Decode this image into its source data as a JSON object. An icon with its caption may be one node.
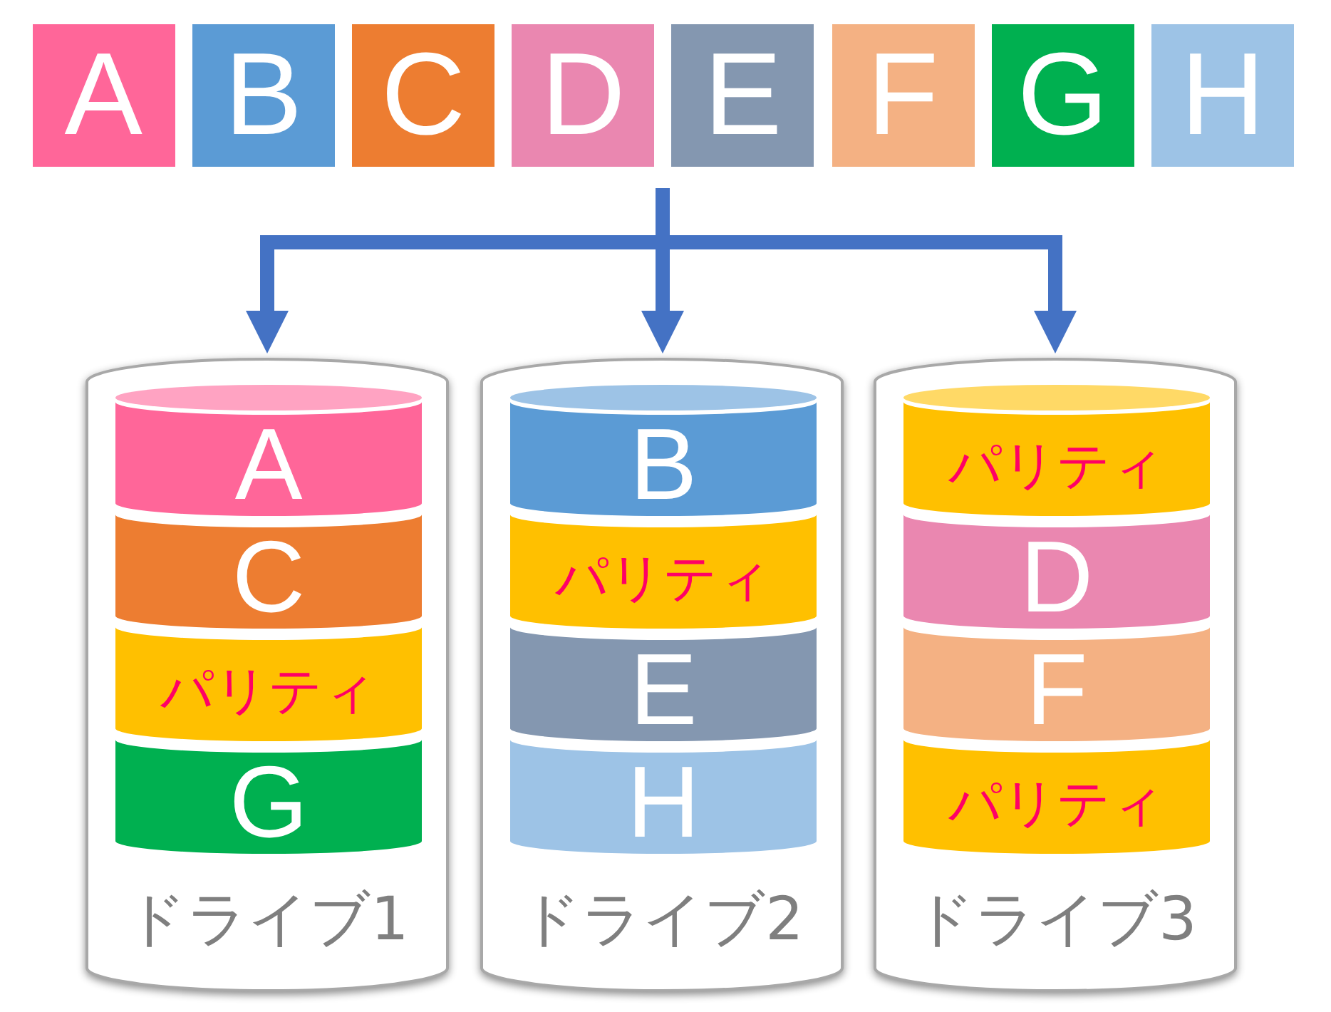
{
  "diagram": {
    "nodes": [
      {
        "text": [
          "A"
        ]
      },
      {
        "text": [
          "B"
        ]
      },
      {
        "text": [
          "C"
        ]
      },
      {
        "text": [
          "D"
        ]
      },
      {
        "text": [
          "E"
        ]
      },
      {
        "text": [
          "F"
        ]
      },
      {
        "text": [
          "G"
        ]
      },
      {
        "text": [
          "H"
        ]
      },
      {
        "text": [
          "ドライブ1"
        ]
      },
      {
        "text": [
          "A"
        ],
        "in": 8
      },
      {
        "text": [
          "C"
        ],
        "in": 8
      },
      {
        "text": [
          "パリティ"
        ],
        "in": 8
      },
      {
        "text": [
          "G"
        ],
        "in": 8
      },
      {
        "text": [
          "ドライブ2"
        ]
      },
      {
        "text": [
          "B"
        ],
        "in": 13
      },
      {
        "text": [
          "パリティ"
        ],
        "in": 13
      },
      {
        "text": [
          "E"
        ],
        "in": 13
      },
      {
        "text": [
          "H"
        ],
        "in": 13
      },
      {
        "text": [
          "ドライブ3"
        ]
      },
      {
        "text": [
          "パリティ"
        ],
        "in": 18
      },
      {
        "text": [
          "D"
        ],
        "in": 18
      },
      {
        "text": [
          "F"
        ],
        "in": 18
      },
      {
        "text": [
          "パリティ"
        ],
        "in": 18
      }
    ],
    "edges": [
      {
        "from": null,
        "to": 8,
        "arrow": "to"
      },
      {
        "from": null,
        "to": 13,
        "arrow": "to"
      },
      {
        "from": null,
        "to": 18,
        "arrow": "to"
      }
    ]
  }
}
